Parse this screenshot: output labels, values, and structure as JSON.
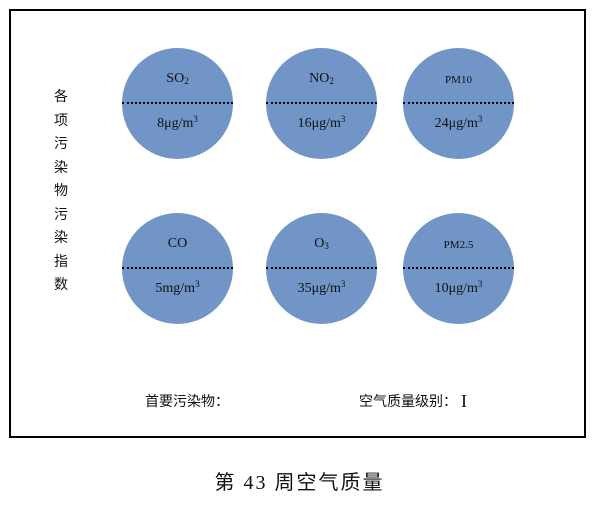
{
  "side_label": "各项污染物污染指数",
  "pollutants": [
    {
      "name": "SO",
      "sub": "2",
      "value": "8μg/m",
      "unit_sup": "3"
    },
    {
      "name": "NO",
      "sub": "2",
      "value": "16μg/m",
      "unit_sup": "3"
    },
    {
      "name": "PM10",
      "sub": "",
      "value": "24μg/m",
      "unit_sup": "3"
    },
    {
      "name": "CO",
      "sub": "",
      "value": "5mg/m",
      "unit_sup": "3"
    },
    {
      "name": "O",
      "sub": "3",
      "value": "35μg/m",
      "unit_sup": "3"
    },
    {
      "name": "PM2.5",
      "sub": "",
      "value": "10μg/m",
      "unit_sup": "3"
    }
  ],
  "primary_pollutant_label": "首要污染物：",
  "aqi_grade_label": "空气质量级别：",
  "aqi_grade_value": "I",
  "caption": "第 43 周空气质量",
  "colors": {
    "circle_fill": "#7095C6",
    "frame": "#000000",
    "divider": "#000000"
  }
}
